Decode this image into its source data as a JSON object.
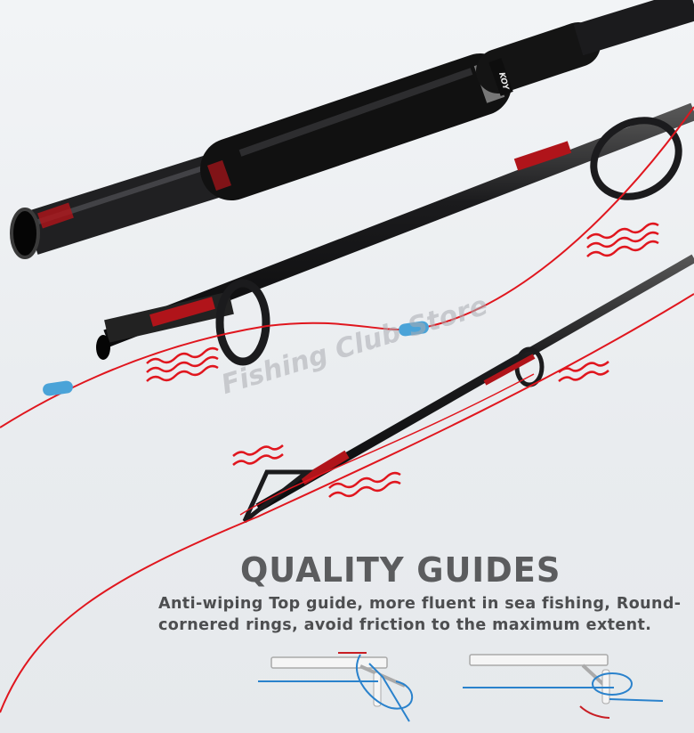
{
  "watermark": "Fishing Club Store",
  "heading": "QUALITY GUIDES",
  "description": "Anti-wiping Top guide, more fluent in sea fishing, Round-cornered rings, avoid friction to the maximum extent.",
  "brand_on_reel_seat": "KOY",
  "colors": {
    "line": "#e0161e",
    "bead": "#4aa3d8",
    "rod": "#1a1a1c",
    "diagram_line": "#2a82cc",
    "text": "#555658"
  }
}
